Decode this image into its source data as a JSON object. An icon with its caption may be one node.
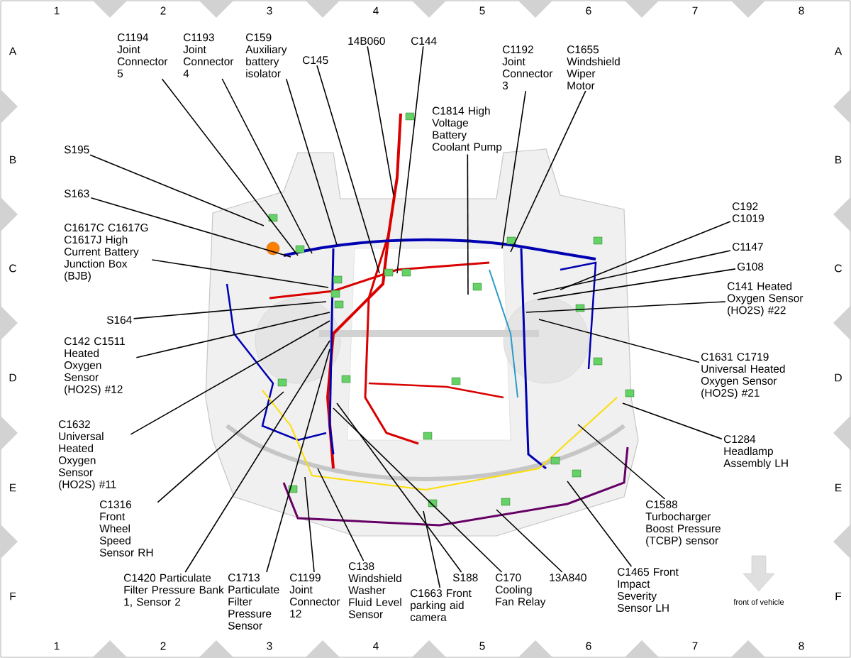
{
  "diagram": {
    "nodes": [
      {
        "text": [
          "C1194 Joint Connector 5"
        ]
      },
      {
        "text": [
          "C1193 Joint Connector 4"
        ]
      },
      {
        "text": [
          "C159 Auxiliary battery isolator"
        ]
      },
      {
        "text": [
          "C145"
        ]
      },
      {
        "text": [
          "14B060"
        ]
      },
      {
        "text": [
          "C144"
        ]
      },
      {
        "text": [
          "C1814 High Voltage Battery Coolant Pump"
        ]
      },
      {
        "text": [
          "C1192 Joint Connector 3"
        ]
      },
      {
        "text": [
          "C1655 Windshield Wiper Motor"
        ]
      },
      {
        "text": [
          "S195"
        ]
      },
      {
        "text": [
          "S163"
        ]
      },
      {
        "text": [
          "C1617C C1617G C1617J High Current Battery Junction Box (BJB)"
        ]
      },
      {
        "text": [
          "S164"
        ]
      },
      {
        "text": [
          "C142 C1511 Heated Oxygen Sensor (HO2S) #12"
        ]
      },
      {
        "text": [
          "C1632 Universal Heated Oxygen Sensor (HO2S) #11"
        ]
      },
      {
        "text": [
          "C1316 Front Wheel Speed Sensor RH"
        ]
      },
      {
        "text": [
          "C1420 Particulate Filter Pressure Bank 1, Sensor 2"
        ]
      },
      {
        "text": [
          "C1713 Particulate Filter Pressure Sensor"
        ]
      },
      {
        "text": [
          "C1199 Joint Connector 12"
        ]
      },
      {
        "text": [
          "C138 Windshield Washer Fluid Level Sensor"
        ]
      },
      {
        "text": [
          "C1663 Front parking aid camera"
        ]
      },
      {
        "text": [
          "S188"
        ]
      },
      {
        "text": [
          "C170 Cooling Fan Relay"
        ]
      },
      {
        "text": [
          "13A840"
        ]
      },
      {
        "text": [
          "C1465 Front Impact Severity Sensor LH"
        ]
      },
      {
        "text": [
          "C1588 Turbocharger Boost Pressure (TCBP) sensor"
        ]
      },
      {
        "text": [
          "C1284 Headlamp Assembly LH"
        ]
      },
      {
        "text": [
          "C1631 C1719 Universal Heated Oxygen Sensor (HO2S) #21"
        ]
      },
      {
        "text": [
          "C141 Heated Oxygen Sensor (HO2S) #22"
        ]
      },
      {
        "text": [
          "G108"
        ]
      },
      {
        "text": [
          "C1147"
        ]
      },
      {
        "text": [
          "C192 C1019"
        ]
      }
    ],
    "edges": [
      {
        "from": 0,
        "to": null,
        "arrow": "none"
      },
      {
        "from": 1,
        "to": null,
        "arrow": "none"
      },
      {
        "from": 2,
        "to": null,
        "arrow": "none"
      },
      {
        "from": 3,
        "to": null,
        "arrow": "none"
      },
      {
        "from": 4,
        "to": null,
        "arrow": "none"
      },
      {
        "from": 5,
        "to": null,
        "arrow": "none"
      },
      {
        "from": 6,
        "to": null,
        "arrow": "none"
      },
      {
        "from": 7,
        "to": null,
        "arrow": "none"
      },
      {
        "from": 8,
        "to": null,
        "arrow": "none"
      },
      {
        "from": 9,
        "to": null,
        "arrow": "none"
      },
      {
        "from": 10,
        "to": null,
        "arrow": "none"
      },
      {
        "from": 11,
        "to": null,
        "arrow": "none"
      },
      {
        "from": 12,
        "to": null,
        "arrow": "none"
      },
      {
        "from": 13,
        "to": null,
        "arrow": "none"
      },
      {
        "from": 14,
        "to": null,
        "arrow": "none"
      },
      {
        "from": 15,
        "to": null,
        "arrow": "none"
      },
      {
        "from": 16,
        "to": null,
        "arrow": "none"
      },
      {
        "from": 17,
        "to": null,
        "arrow": "none"
      },
      {
        "from": 18,
        "to": null,
        "arrow": "none"
      },
      {
        "from": 19,
        "to": null,
        "arrow": "none"
      },
      {
        "from": 20,
        "to": null,
        "arrow": "none"
      },
      {
        "from": 21,
        "to": null,
        "arrow": "none"
      },
      {
        "from": 22,
        "to": null,
        "arrow": "none"
      },
      {
        "from": 23,
        "to": null,
        "arrow": "none"
      },
      {
        "from": 24,
        "to": null,
        "arrow": "none"
      },
      {
        "from": 25,
        "to": null,
        "arrow": "none"
      },
      {
        "from": 26,
        "to": null,
        "arrow": "none"
      },
      {
        "from": 27,
        "to": null,
        "arrow": "none"
      },
      {
        "from": 28,
        "to": null,
        "arrow": "none"
      },
      {
        "from": 29,
        "to": null,
        "arrow": "none"
      },
      {
        "from": 30,
        "to": null,
        "arrow": "none"
      },
      {
        "from": 31,
        "to": null,
        "arrow": "none"
      }
    ],
    "labels": [
      "1",
      "2",
      "3",
      "4",
      "5",
      "6",
      "7",
      "8",
      "A",
      "A",
      "B",
      "B",
      "C",
      "C",
      "D",
      "D",
      "E",
      "E",
      "F",
      "F",
      "front of vehicle",
      "1",
      "2",
      "3",
      "4",
      "5",
      "6",
      "7",
      "8"
    ]
  }
}
